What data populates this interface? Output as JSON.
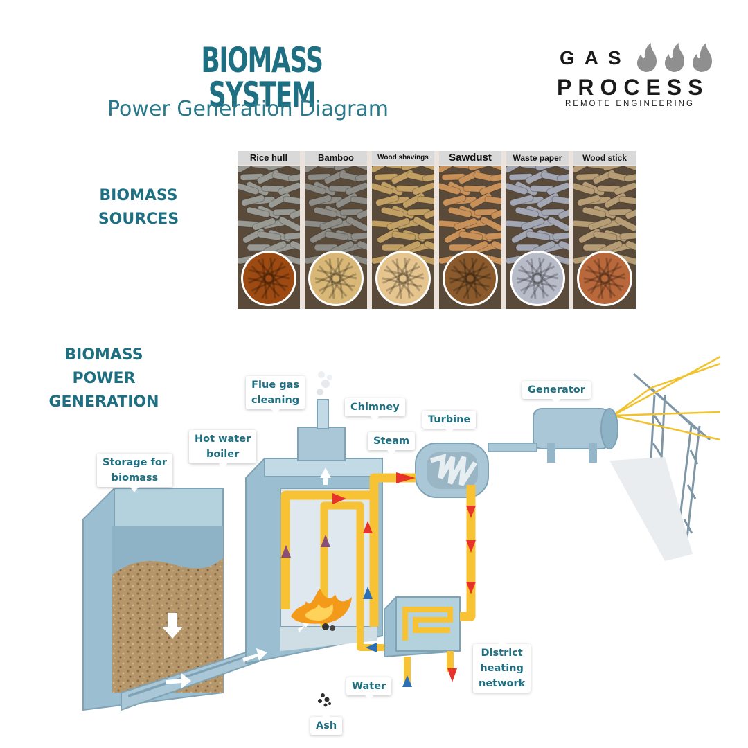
{
  "header": {
    "title": "BIOMASS SYSTEM",
    "subtitle": "Power Generation Diagram"
  },
  "logo": {
    "line1": "GAS",
    "line2": "PROCESS",
    "tagline": "REMOTE ENGINEERING",
    "icon": "flame-icon"
  },
  "sources": {
    "heading": "BIOMASS\nSOURCES",
    "items": [
      {
        "label": "Rice hull",
        "pellet_color": "#9a9a95",
        "raw_color": "#9c4a12"
      },
      {
        "label": "Bamboo",
        "pellet_color": "#8e8c86",
        "raw_color": "#d9b877"
      },
      {
        "label": "Wood shavings",
        "pellet_color": "#c2a064",
        "raw_color": "#e6c48e"
      },
      {
        "label": "Sawdust",
        "pellet_color": "#c9915a",
        "raw_color": "#8a5a2c"
      },
      {
        "label": "Waste paper",
        "pellet_color": "#a3a6b3",
        "raw_color": "#b8bcc8"
      },
      {
        "label": "Wood stick",
        "pellet_color": "#b79d76",
        "raw_color": "#b8683a"
      }
    ]
  },
  "generation": {
    "heading": "BIOMASS\nPOWER\nGENERATION",
    "callouts": {
      "storage": "Storage for\nbiomass",
      "boiler": "Hot water\nboiler",
      "flue": "Flue gas\ncleaning",
      "chimney": "Chimney",
      "steam": "Steam",
      "turbine": "Turbine",
      "generator": "Generator",
      "district": "District\nheating\nnetwork",
      "water": "Water",
      "ash": "Ash"
    }
  },
  "colors": {
    "brand_teal": "#1f6f82",
    "equipment_blue": "#a9c7d6",
    "pipe_yellow": "#f7c233",
    "hot_arrow": "#e8332a",
    "cold_arrow": "#2a6fb8"
  }
}
